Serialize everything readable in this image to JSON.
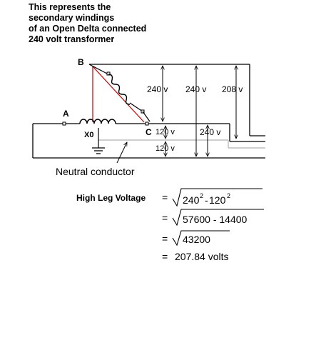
{
  "title_lines": [
    "This represents the",
    "secondary windings",
    "of an Open Delta connected",
    "240 volt transformer"
  ],
  "nodes": {
    "b": "B",
    "a": "A",
    "c": "C",
    "x0": "X0"
  },
  "voltages": {
    "v_b_c_winding": "240 v",
    "v_b_to_bus": "240 v",
    "v_high_leg": "208 v",
    "v_c_half_top": "120 v",
    "v_c_half_bottom": "120 v",
    "v_a_c": "240 v"
  },
  "neutral_label": "Neutral conductor",
  "equation": {
    "label": "High Leg Voltage",
    "equals": "=",
    "line1_base1": "240",
    "line1_exp1": "2",
    "line1_minus": "-",
    "line1_base2": "120",
    "line1_exp2": "2",
    "line2": "57600 - 14400",
    "line3": "43200",
    "line4": "207.84 volts"
  },
  "colors": {
    "triangle": "#cc0000",
    "wire": "#000000",
    "neutral_wire": "#b0b0b0"
  }
}
